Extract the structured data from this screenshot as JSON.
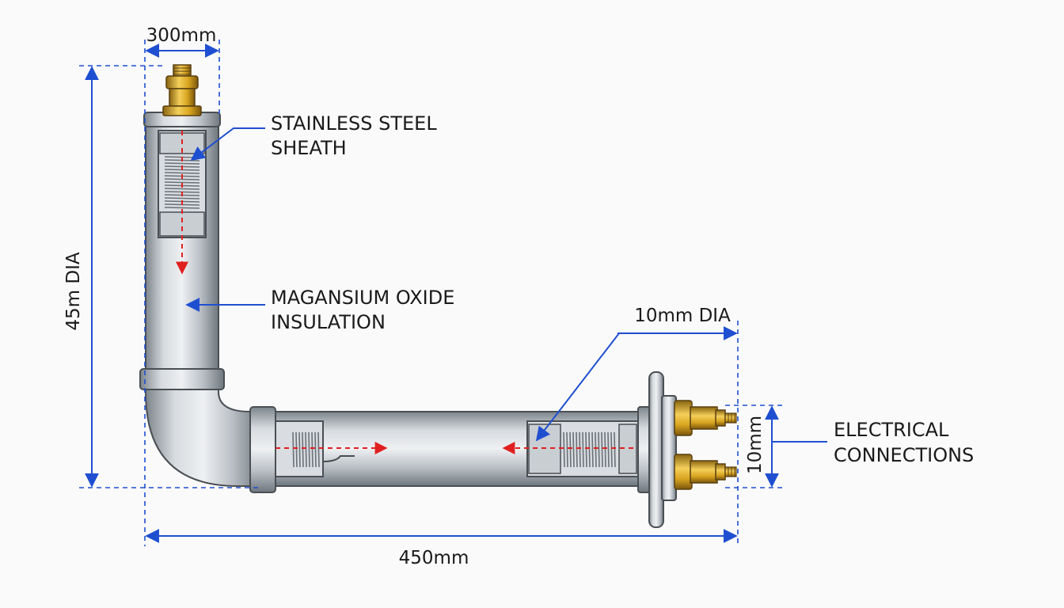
{
  "labels": {
    "sheath_line1": "STAINLESS STEEL",
    "sheath_line2": "SHEATH",
    "insulation_line1": "MAGANSIUM OXIDE",
    "insulation_line2": "INSULATION",
    "electrical_line1": "ELECTRICAL",
    "electrical_line2": "CONNECTIONS"
  },
  "dimensions": {
    "top_width": "300mm",
    "left_height": "45m DIA",
    "bottom_length": "450mm",
    "pipe_dia": "10mm DIA",
    "terminal_spacing": "10mm"
  },
  "colors": {
    "dimension_line": "#1f4fd1",
    "flow_arrow": "#e02020",
    "brass": "#d9a520",
    "steel": "#b8bec4"
  }
}
